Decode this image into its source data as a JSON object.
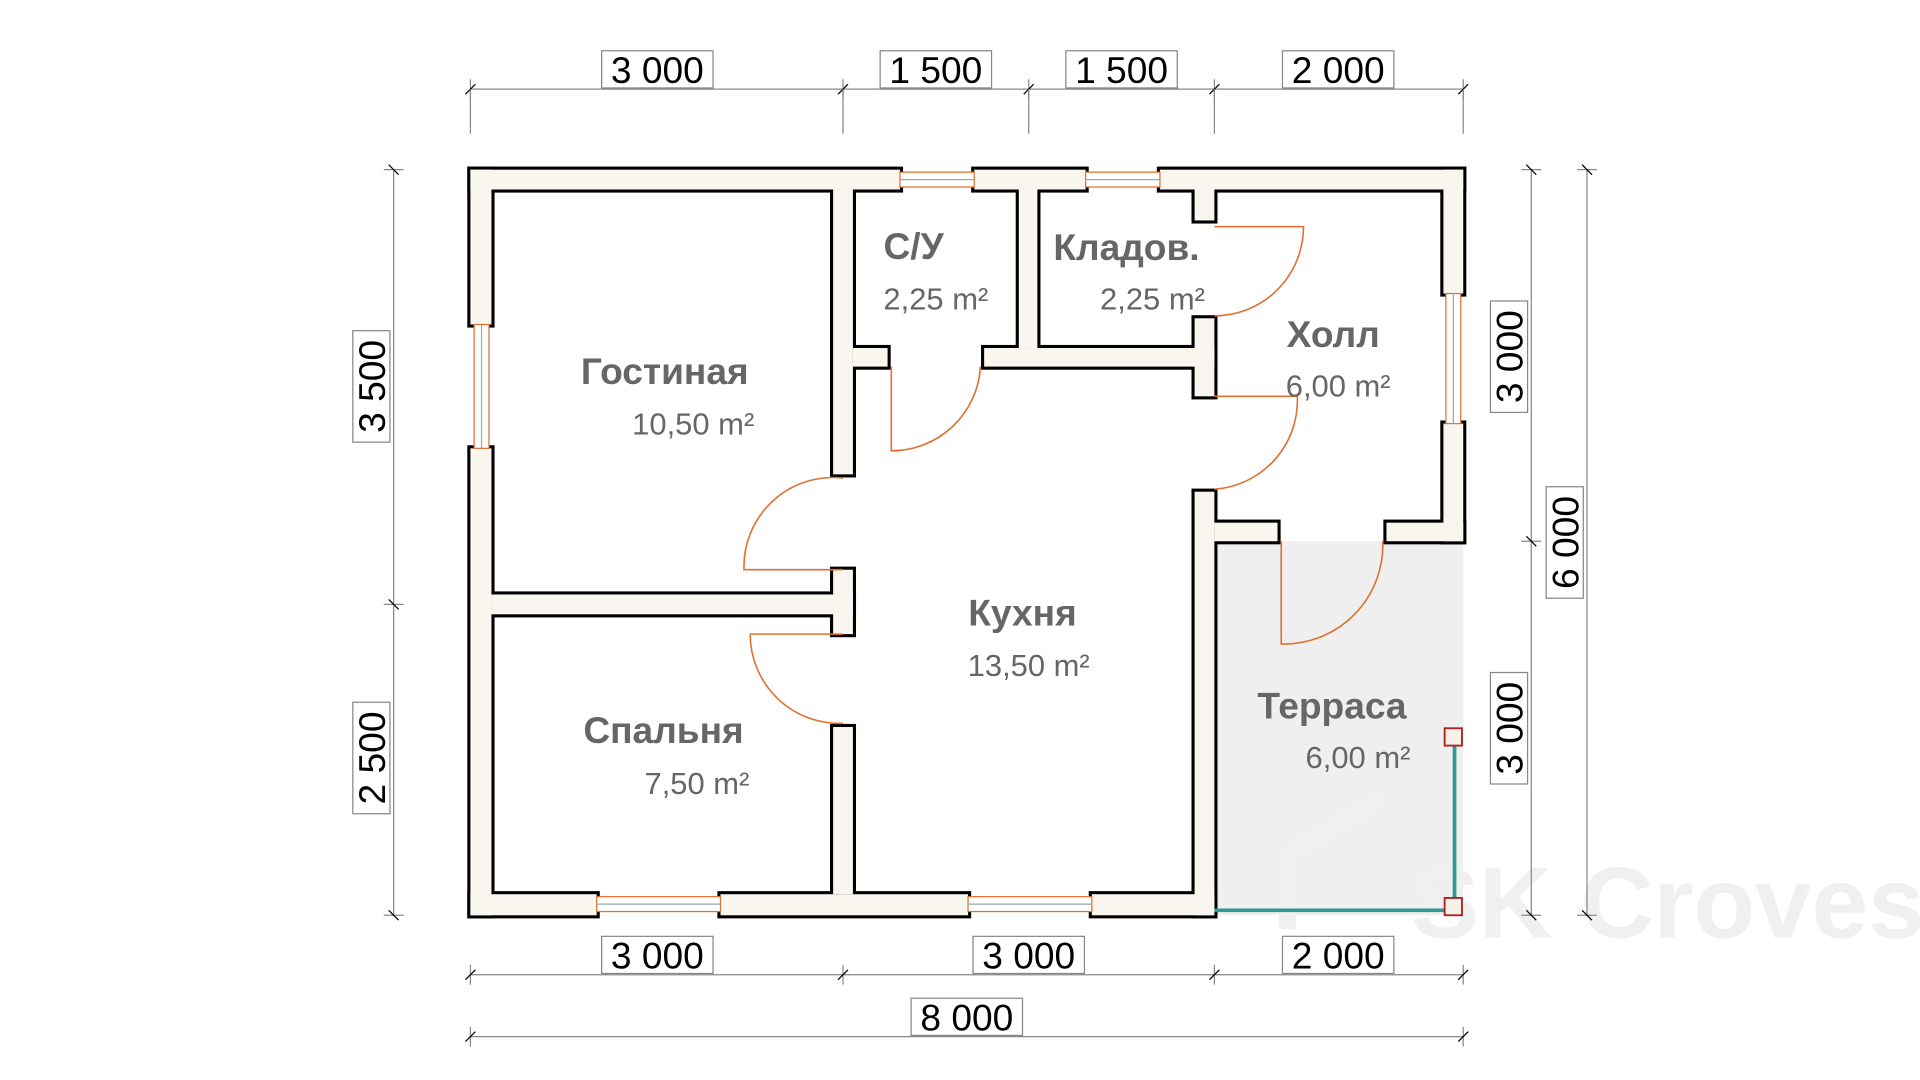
{
  "colors": {
    "wall_fill": "#f8f6ee",
    "wall_outline": "#000000",
    "door": "#e07030",
    "terrace": "#efefef",
    "railing": "#2a9a96",
    "post": "#b02020"
  },
  "rooms": [
    {
      "name": "Гостиная",
      "area": "10,50 m²"
    },
    {
      "name": "С/У",
      "area": "2,25 m²"
    },
    {
      "name": "Кладов.",
      "area": "2,25 m²"
    },
    {
      "name": "Холл",
      "area": "6,00 m²"
    },
    {
      "name": "Кухня",
      "area": "13,50 m²"
    },
    {
      "name": "Спальня",
      "area": "7,50 m²"
    },
    {
      "name": "Терраса",
      "area": "6,00 m²"
    }
  ],
  "dimensions": {
    "top": [
      "3 000",
      "1 500",
      "1 500",
      "2 000"
    ],
    "bottom": [
      "3 000",
      "3 000",
      "2 000"
    ],
    "total_width": "8 000",
    "left": [
      "3 500",
      "2 500"
    ],
    "right": [
      "3 000",
      "3 000"
    ],
    "total_height": "6 000"
  },
  "watermark": "SK Croves"
}
